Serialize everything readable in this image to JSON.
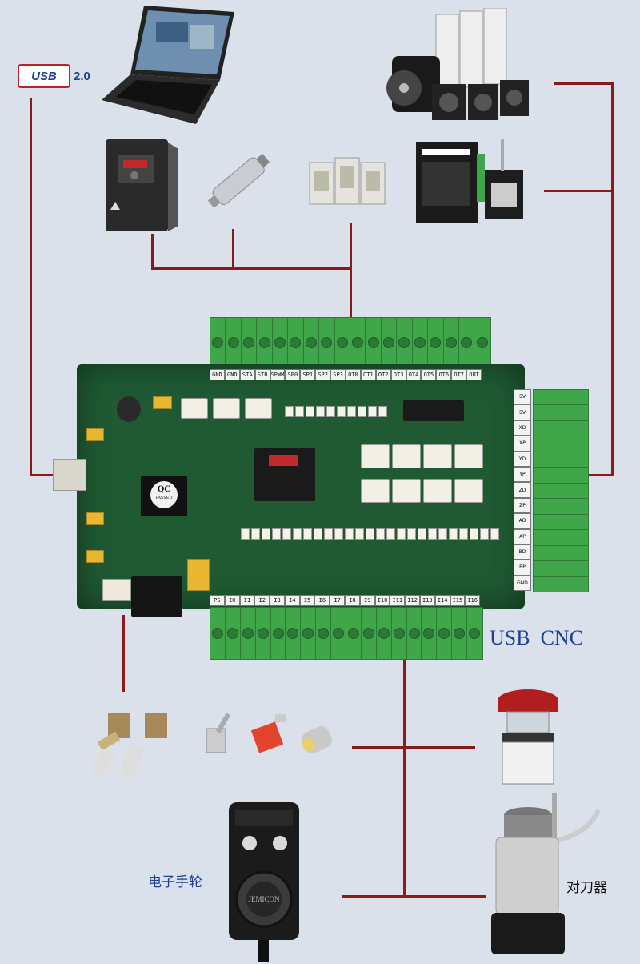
{
  "usb_badge": {
    "logo_text": "USB",
    "version_text": "2.0"
  },
  "board_caption": "USB  CNC",
  "handwheel_caption": "电子手轮",
  "tool_setter_caption": "对刀器",
  "chip_qc_label": "QC",
  "chip_passed_label": "PASSED",
  "pendant_brand": "JEMICON",
  "top_pins": [
    "GND",
    "GND",
    "STA",
    "STB",
    "SPWM",
    "SP0",
    "SP1",
    "SP2",
    "SP3",
    "OT0",
    "OT1",
    "OT2",
    "OT3",
    "OT4",
    "OT5",
    "OT6",
    "OT7",
    "OUT"
  ],
  "bottom_pins": [
    "PS",
    "I0",
    "I1",
    "I2",
    "I3",
    "I4",
    "I5",
    "I6",
    "I7",
    "I8",
    "I9",
    "I10",
    "I11",
    "I12",
    "I13",
    "I14",
    "I15",
    "I16"
  ],
  "right_pins": [
    "5V",
    "5V",
    "XD",
    "XP",
    "YD",
    "YP",
    "ZD",
    "ZP",
    "AD",
    "AP",
    "BD",
    "BP",
    "GND"
  ],
  "colors": {
    "background": "#dbe1ea",
    "wire": "#8b1a1a",
    "pcb": "#1f5a33",
    "terminal": "#3fa64a",
    "caption": "#1d3f9a"
  },
  "devices": {
    "laptop": "laptop-icon",
    "servo_motors": "servo-motor-icon",
    "stepper_driver": "stepper-driver-icon",
    "inverter": "inverter-icon",
    "spindle": "spindle-icon",
    "relays": "relay-icon",
    "potentiometers": "potentiometer-icon",
    "limit_switches": "limit-switch-icon",
    "emergency_stop": "emergency-stop-icon",
    "handwheel_pendant": "pendant-icon",
    "tool_setter": "tool-setter-icon"
  }
}
